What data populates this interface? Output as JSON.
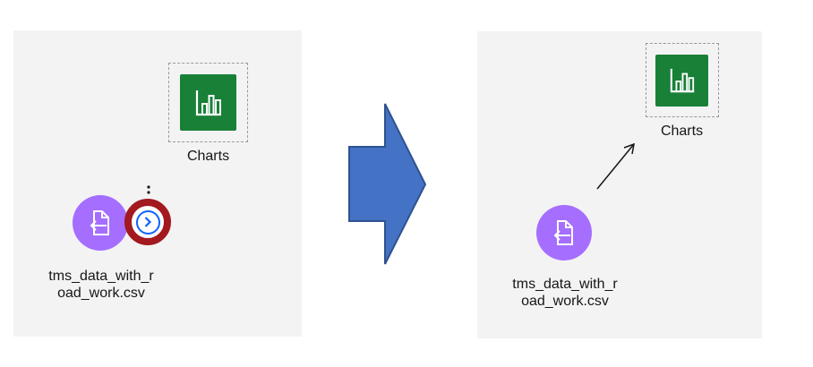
{
  "before": {
    "chart_node": {
      "label": "Charts",
      "icon": "bar-chart-icon",
      "tile_color": "#198038"
    },
    "file_node": {
      "label_line1": "tms_data_with_r",
      "label_line2": "oad_work.csv",
      "icon": "file-import-icon",
      "circle_color": "#a56eff"
    },
    "output_port": {
      "icon": "chevron-right-icon",
      "highlight_color": "#a2191f",
      "button_color": "#0f62fe"
    }
  },
  "transition_arrow": {
    "icon": "right-arrow-icon",
    "color": "#4472c4"
  },
  "after": {
    "chart_node": {
      "label": "Charts",
      "icon": "bar-chart-icon",
      "tile_color": "#198038"
    },
    "file_node": {
      "label_line1": "tms_data_with_r",
      "label_line2": "oad_work.csv",
      "icon": "file-import-icon",
      "circle_color": "#a56eff"
    },
    "link": {
      "icon": "connector-arrow-icon"
    }
  }
}
